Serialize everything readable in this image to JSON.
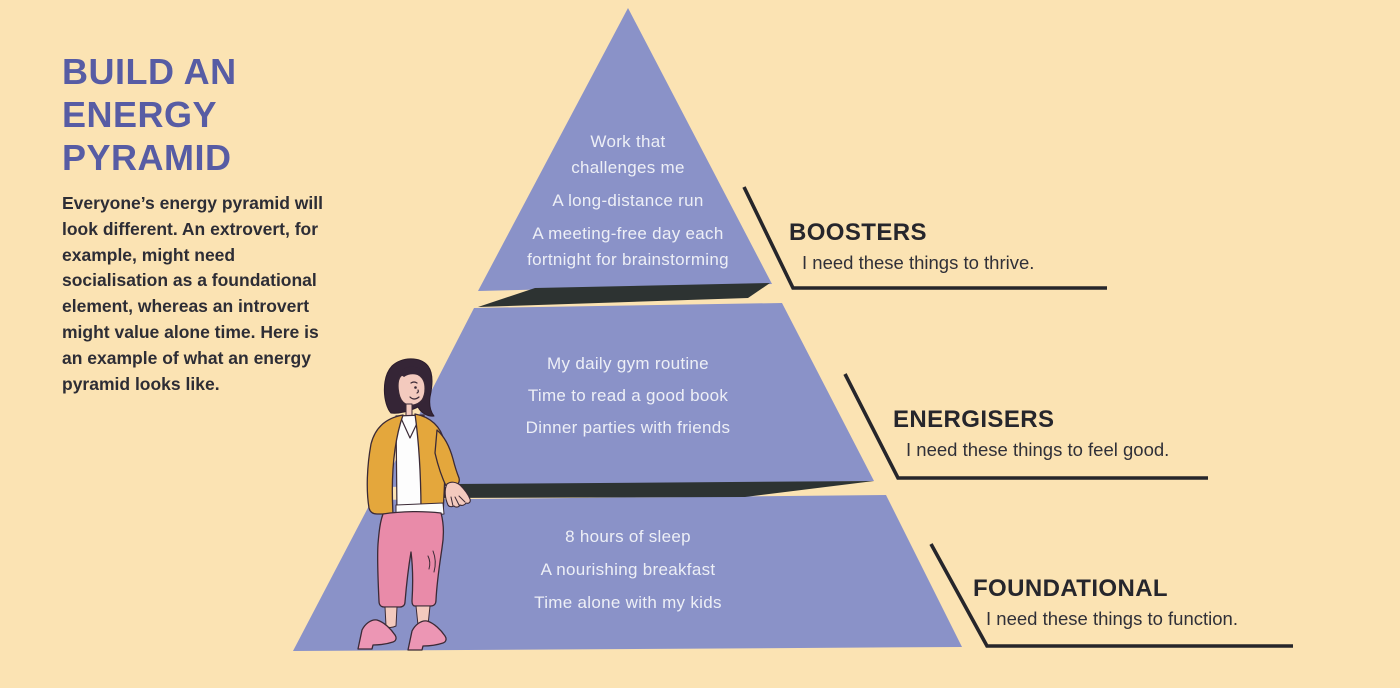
{
  "title": {
    "lines": [
      "BUILD AN",
      "ENERGY",
      "PYRAMID"
    ]
  },
  "intro": {
    "text": "Everyone’s energy pyramid will look different. An extrovert, for example, might need socialisation as a foundational element, whereas an introvert might value alone time. Here is an example of what an energy pyramid looks like."
  },
  "pyramid": {
    "tiers": [
      {
        "id": "boosters",
        "label": "BOOSTERS",
        "description": "I need these things to thrive.",
        "items": [
          "Work that challenges me",
          "A long-distance run",
          "A meeting-free day each fortnight for brainstorming"
        ]
      },
      {
        "id": "energisers",
        "label": "ENERGISERS",
        "description": "I need these things to feel good.",
        "items": [
          "My daily gym routine",
          "Time to read a good book",
          "Dinner parties with friends"
        ]
      },
      {
        "id": "foundational",
        "label": "FOUNDATIONAL",
        "description": "I need these things to function.",
        "items": [
          "8 hours of sleep",
          "A nourishing breakfast",
          "Time alone with my kids"
        ]
      }
    ]
  },
  "colors": {
    "background": "#fbe3b3",
    "pyramid_fill": "#8a92c8",
    "tier_shadow": "#2d3332",
    "title_text": "#575ca4",
    "body_text": "#2d2d35",
    "tier_item_text": "#edeff6",
    "callout_line": "#26262b",
    "woman_cardigan": "#e4a73c",
    "woman_pants": "#e98ba9",
    "woman_skin": "#f3cabe",
    "woman_hair": "#352536"
  }
}
